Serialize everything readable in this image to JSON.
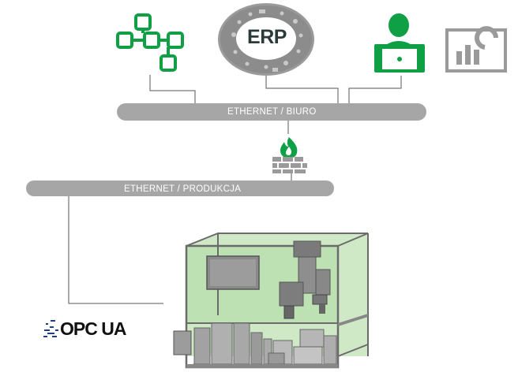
{
  "networks": {
    "office": "ETHERNET / BIURO",
    "production": "ETHERNET / PRODUKCJA"
  },
  "icons": {
    "hierarchy": "hierarchy-network-icon",
    "erp": "erp-ring-icon",
    "user": "user-laptop-icon",
    "dashboard": "dashboard-chart-icon",
    "firewall": "firewall-icon",
    "opc": "opc-ua-logo",
    "machine": "cnc-machine-cabinet"
  },
  "logos": {
    "erp": "ERP",
    "opc": "OPC UA"
  },
  "colors": {
    "green": "#0fa046",
    "bus": "#a6a6a6",
    "enclosure": "#c8e6c0",
    "line": "#555555"
  }
}
